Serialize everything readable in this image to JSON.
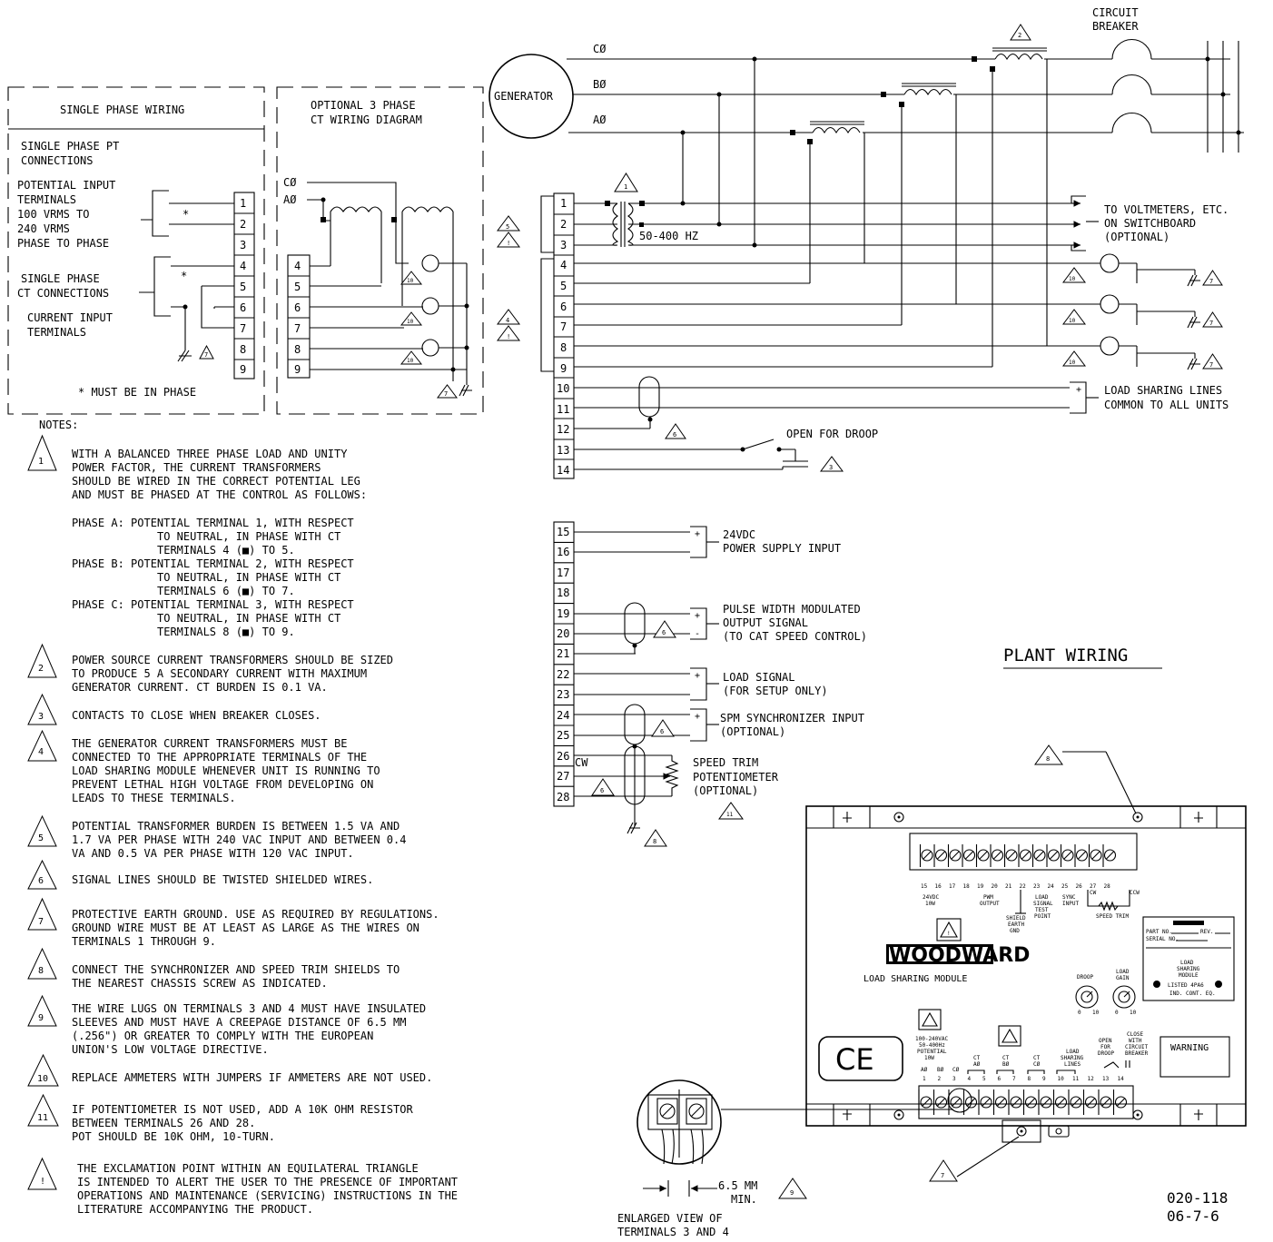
{
  "left_panels": {
    "single_title": "SINGLE PHASE WIRING",
    "pt_connections": [
      "SINGLE PHASE PT",
      "CONNECTIONS"
    ],
    "potential_input": [
      "POTENTIAL INPUT",
      "TERMINALS",
      "100 VRMS TO",
      "240 VRMS",
      "PHASE TO PHASE"
    ],
    "ct_connections": [
      "SINGLE PHASE",
      "CT CONNECTIONS"
    ],
    "current_input": [
      "CURRENT INPUT",
      "TERMINALS"
    ],
    "must_be_in_phase": "* MUST BE IN PHASE",
    "optional_title": [
      "OPTIONAL 3 PHASE",
      "CT WIRING DIAGRAM"
    ],
    "phase_c": "CØ",
    "phase_a": "AØ"
  },
  "generator": {
    "label": "GENERATOR",
    "phases": [
      "CØ",
      "BØ",
      "AØ"
    ],
    "breaker": [
      "CIRCUIT",
      "BREAKER"
    ],
    "freq": "50-400 HZ",
    "voltmeters": [
      "TO VOLTMETERS, ETC.",
      "ON SWITCHBOARD",
      "(OPTIONAL)"
    ],
    "load_lines": [
      "LOAD SHARING LINES",
      "COMMON TO ALL UNITS"
    ],
    "droop": "OPEN FOR DROOP",
    "supply": [
      "24VDC",
      "POWER SUPPLY INPUT"
    ],
    "pwm": [
      "PULSE WIDTH MODULATED",
      "OUTPUT SIGNAL",
      "(TO CAT SPEED CONTROL)"
    ],
    "load_signal": [
      "LOAD SIGNAL",
      "(FOR SETUP ONLY)"
    ],
    "spm": [
      "SPM SYNCHRONIZER INPUT",
      "(OPTIONAL)"
    ],
    "speed_trim": [
      "SPEED TRIM",
      "POTENTIOMETER",
      "(OPTIONAL)"
    ],
    "cw": "CW",
    "plant_wiring": "PLANT WIRING"
  },
  "notes": {
    "heading": "NOTES:",
    "note1": [
      "WITH A BALANCED THREE PHASE LOAD AND UNITY",
      "POWER FACTOR, THE CURRENT TRANSFORMERS",
      "SHOULD BE WIRED IN THE CORRECT POTENTIAL LEG",
      "AND MUST BE PHASED AT THE CONTROL AS FOLLOWS:"
    ],
    "phase_a": [
      "PHASE A: POTENTIAL TERMINAL 1, WITH RESPECT",
      "TO NEUTRAL, IN PHASE WITH CT",
      "TERMINALS 4 (■) TO 5."
    ],
    "phase_b": [
      "PHASE B: POTENTIAL TERMINAL 2, WITH RESPECT",
      "TO NEUTRAL, IN PHASE WITH CT",
      "TERMINALS 6 (■) TO 7."
    ],
    "phase_c": [
      "PHASE C: POTENTIAL TERMINAL 3, WITH RESPECT",
      "TO NEUTRAL, IN PHASE WITH CT",
      "TERMINALS 8 (■) TO 9."
    ],
    "note2": [
      "POWER SOURCE CURRENT TRANSFORMERS SHOULD BE SIZED",
      "TO PRODUCE 5 A SECONDARY CURRENT WITH MAXIMUM",
      "GENERATOR CURRENT. CT BURDEN IS 0.1 VA."
    ],
    "note3": [
      "CONTACTS TO CLOSE WHEN BREAKER CLOSES."
    ],
    "note4": [
      "THE GENERATOR CURRENT TRANSFORMERS MUST BE",
      "CONNECTED TO THE APPROPRIATE TERMINALS OF THE",
      "LOAD SHARING MODULE WHENEVER UNIT IS RUNNING TO",
      "PREVENT LETHAL HIGH VOLTAGE FROM DEVELOPING ON",
      "LEADS TO THESE TERMINALS."
    ],
    "note5": [
      "POTENTIAL TRANSFORMER BURDEN IS BETWEEN 1.5 VA AND",
      "1.7 VA PER PHASE WITH 240 VAC INPUT AND BETWEEN 0.4",
      "VA AND 0.5 VA PER PHASE WITH 120 VAC INPUT."
    ],
    "note6": [
      "SIGNAL LINES SHOULD BE TWISTED SHIELDED WIRES."
    ],
    "note7": [
      "PROTECTIVE EARTH GROUND. USE AS REQUIRED BY REGULATIONS.",
      "GROUND WIRE MUST BE AT LEAST AS LARGE AS THE WIRES ON",
      "TERMINALS 1 THROUGH 9."
    ],
    "note8": [
      "CONNECT THE SYNCHRONIZER AND SPEED TRIM SHIELDS TO",
      "THE NEAREST CHASSIS SCREW AS INDICATED."
    ],
    "note9": [
      "THE WIRE LUGS ON TERMINALS 3 AND 4 MUST HAVE INSULATED",
      "SLEEVES AND MUST HAVE A CREEPAGE DISTANCE OF 6.5 MM",
      "(.256\") OR GREATER TO COMPLY WITH THE EUROPEAN",
      "UNION'S LOW VOLTAGE DIRECTIVE."
    ],
    "note10": [
      "REPLACE AMMETERS WITH JUMPERS IF AMMETERS ARE NOT USED."
    ],
    "note11": [
      "IF POTENTIOMETER IS NOT USED, ADD A 10K OHM RESISTOR",
      "BETWEEN TERMINALS 26 AND 28.",
      "POT SHOULD BE 10K OHM, 10-TURN."
    ],
    "note_excl": [
      "THE EXCLAMATION POINT WITHIN AN EQUILATERAL TRIANGLE",
      "IS INTENDED TO ALERT THE USER TO THE PRESENCE OF IMPORTANT",
      "OPERATIONS AND MAINTENANCE (SERVICING) INSTRUCTIONS IN THE",
      "LITERATURE ACCOMPANYING THE PRODUCT."
    ]
  },
  "module": {
    "brand": "WOODWARD",
    "name": "LOAD SHARING MODULE",
    "warning": "WARNING",
    "ce": "CE",
    "droop": "DROOP",
    "load_gain": [
      "LOAD",
      "GAIN"
    ],
    "top_numbers": [
      "15",
      "16",
      "17",
      "18",
      "19",
      "20",
      "21",
      "22",
      "23",
      "24",
      "25",
      "26",
      "27",
      "28"
    ],
    "top_labels": {
      "v24": [
        "24VDC",
        "10W"
      ],
      "pwm": [
        "PWM",
        "OUTPUT"
      ],
      "load": [
        "LOAD",
        "SIGNAL",
        "TEST",
        "POINT"
      ],
      "sync": [
        "SYNC",
        "INPUT"
      ],
      "shield": [
        "SHIELD",
        "EARTH",
        "GND"
      ],
      "cw": "CW",
      "ccw": "CCW",
      "speed_trim": "SPEED TRIM"
    },
    "bottom_numbers": [
      "1",
      "2",
      "3",
      "4",
      "5",
      "6",
      "7",
      "8",
      "9",
      "10",
      "11",
      "12",
      "13",
      "14"
    ],
    "bottom_labels": {
      "pot": [
        "100-240VAC",
        "50-400Hz",
        "POTENTIAL",
        "10W"
      ],
      "ct_a": [
        "CT",
        "AØ"
      ],
      "ct_b": [
        "CT",
        "BØ"
      ],
      "ct_c": [
        "CT",
        "CØ"
      ],
      "phases": [
        "AØ",
        "BØ",
        "CØ"
      ],
      "lsl": [
        "LOAD",
        "SHARING",
        "LINES"
      ],
      "droop": [
        "OPEN",
        "FOR",
        "DROOP"
      ],
      "breaker": [
        "CLOSE",
        "WITH",
        "CIRCUIT",
        "BREAKER"
      ]
    },
    "nameplate": {
      "part_no": "PART NO.",
      "rev": "REV.",
      "serial": "SERIAL NO.",
      "title": [
        "LOAD",
        "SHARING",
        "MODULE"
      ],
      "listed": [
        "LISTED 4PA6",
        "IND. CONT. EQ."
      ]
    },
    "dial_ticks": [
      "0",
      "10"
    ]
  },
  "enlarged": {
    "mm": [
      "6.5 MM",
      "MIN."
    ],
    "caption": [
      "ENLARGED VIEW OF",
      "TERMINALS 3 AND 4"
    ]
  },
  "drawing_no": [
    "020-118",
    "06-7-6"
  ],
  "note_marks": {
    "n1": "1",
    "n2": "2",
    "n3": "3",
    "n4": "4",
    "n5": "5",
    "n6": "6",
    "n7": "7",
    "n8": "8",
    "n9": "9",
    "n10": "10",
    "n11": "11",
    "excl": "!"
  },
  "terminal_numbers": [
    "1",
    "2",
    "3",
    "4",
    "5",
    "6",
    "7",
    "8",
    "9",
    "10",
    "11",
    "12",
    "13",
    "14",
    "15",
    "16",
    "17",
    "18",
    "19",
    "20",
    "21",
    "22",
    "23",
    "24",
    "25",
    "26",
    "27",
    "28"
  ]
}
